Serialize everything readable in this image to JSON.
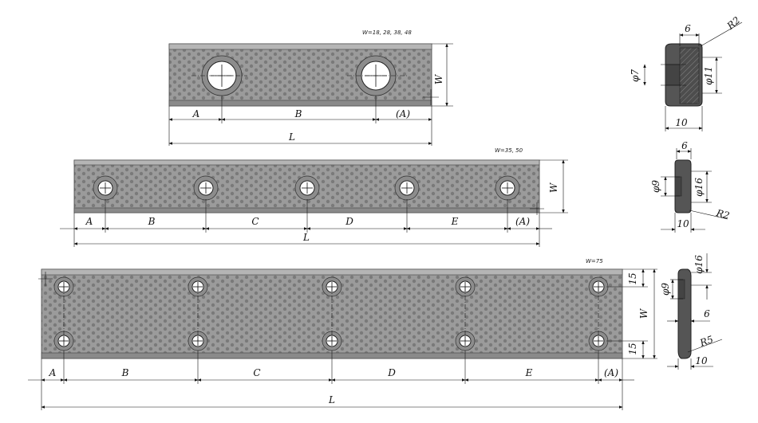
{
  "labels": {
    "A": "A",
    "B": "B",
    "C": "C",
    "D": "D",
    "E": "E",
    "A_paren": "(A)",
    "L": "L",
    "W": "W"
  },
  "notes": {
    "plate1_widths": "W=18, 28, 38, 48",
    "plate2_widths": "W=35, 50",
    "plate3_widths": "W=75"
  },
  "section1": {
    "width": "6",
    "radius": "R2",
    "hole": "φ7",
    "outer": "φ11",
    "depth": "10"
  },
  "section2": {
    "width": "6",
    "hole": "φ9",
    "outer": "φ16",
    "radius": "R2",
    "depth": "10"
  },
  "section3": {
    "outer": "φ16",
    "hole": "φ9",
    "width": "6",
    "radius": "R5",
    "depth": "10"
  },
  "plate3": {
    "edge_top": "15",
    "edge_bottom": "15"
  },
  "colors": {
    "plate": "#9a9a9a",
    "plate_edge": "#6e6e6e",
    "section_fill": "#555555",
    "line": "#111111"
  }
}
